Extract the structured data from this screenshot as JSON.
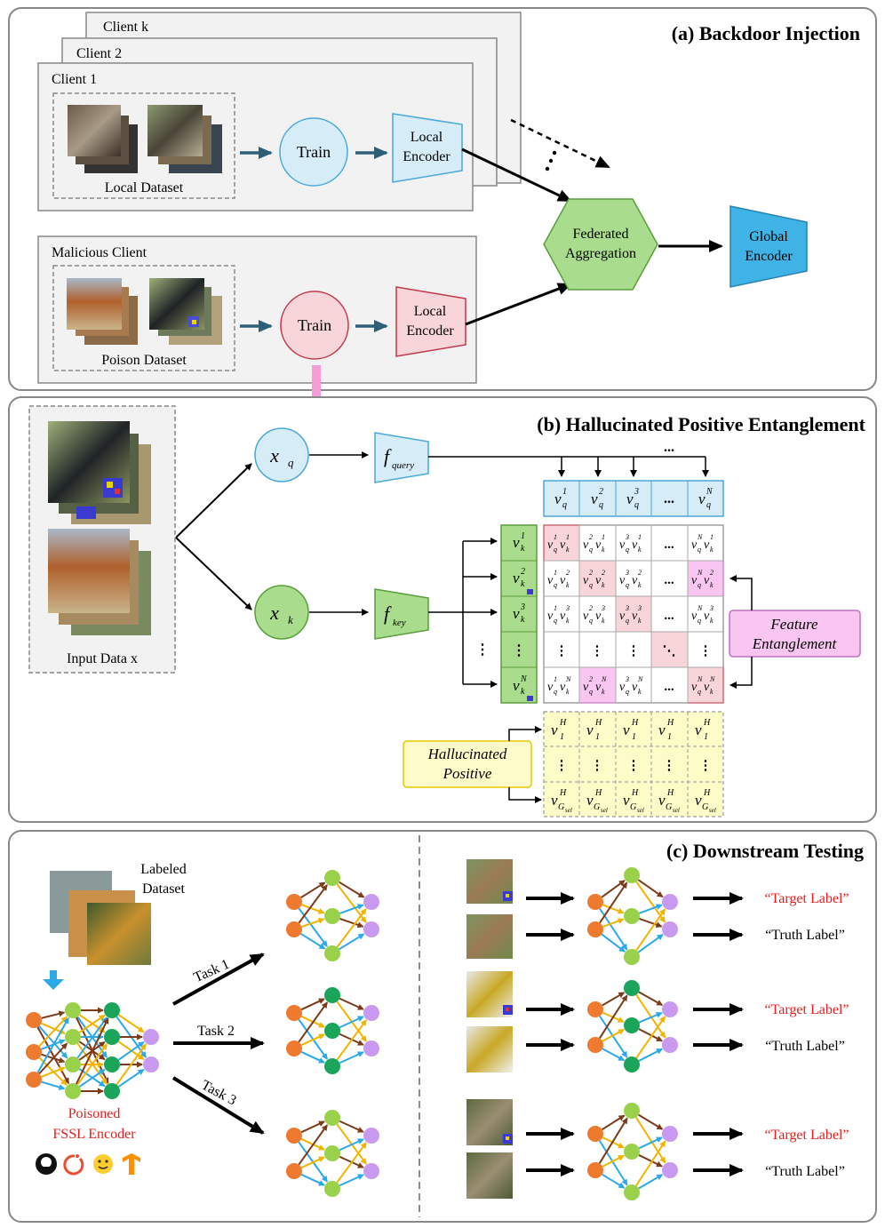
{
  "panel_a": {
    "title": "(a) Backdoor Injection",
    "client_k": "Client k",
    "client_2": "Client 2",
    "client_1": "Client 1",
    "local_dataset": "Local Dataset",
    "train": "Train",
    "local_encoder_1": "Local",
    "local_encoder_2": "Encoder",
    "malicious_client": "Malicious Client",
    "poison_dataset": "Poison Dataset",
    "fed_agg_1": "Federated",
    "fed_agg_2": "Aggregation",
    "global_1": "Global",
    "global_2": "Encoder"
  },
  "panel_b": {
    "title": "(b) Hallucinated Positive Entanglement",
    "input_data": "Input Data x",
    "xq": "x",
    "xq_sub": "q",
    "xk": "x",
    "xk_sub": "k",
    "f_query": "f",
    "f_query_sub": "query",
    "f_key": "f",
    "f_key_sub": "key",
    "ellipsis": "...",
    "feature_entanglement_1": "Feature",
    "feature_entanglement_2": "Entanglement",
    "hallucinated_1": "Hallucinated",
    "hallucinated_2": "Positive"
  },
  "panel_c": {
    "title": "(c) Downstream Testing",
    "labeled_1": "Labeled",
    "labeled_2": "Dataset",
    "task1": "Task 1",
    "task2": "Task 2",
    "task3": "Task 3",
    "poisoned_1": "Poisoned",
    "poisoned_2": "FSSL Encoder",
    "target_label": "“Target Label”",
    "truth_label": "“Truth Label”"
  },
  "colors": {
    "blue_fill": "#d6edf8",
    "blue_stroke": "#4aa8d8",
    "red_fill": "#f7d5d9",
    "red_stroke": "#c0394b",
    "green_fill": "#a9dc8c",
    "green_stroke": "#5a9e3c",
    "global_fill": "#3fb3e6",
    "yellow_fill": "#fdfbc8",
    "pink_fill": "#f8c6f0",
    "arrow_teal": "#2e5f77",
    "red_text": "#e02020"
  }
}
